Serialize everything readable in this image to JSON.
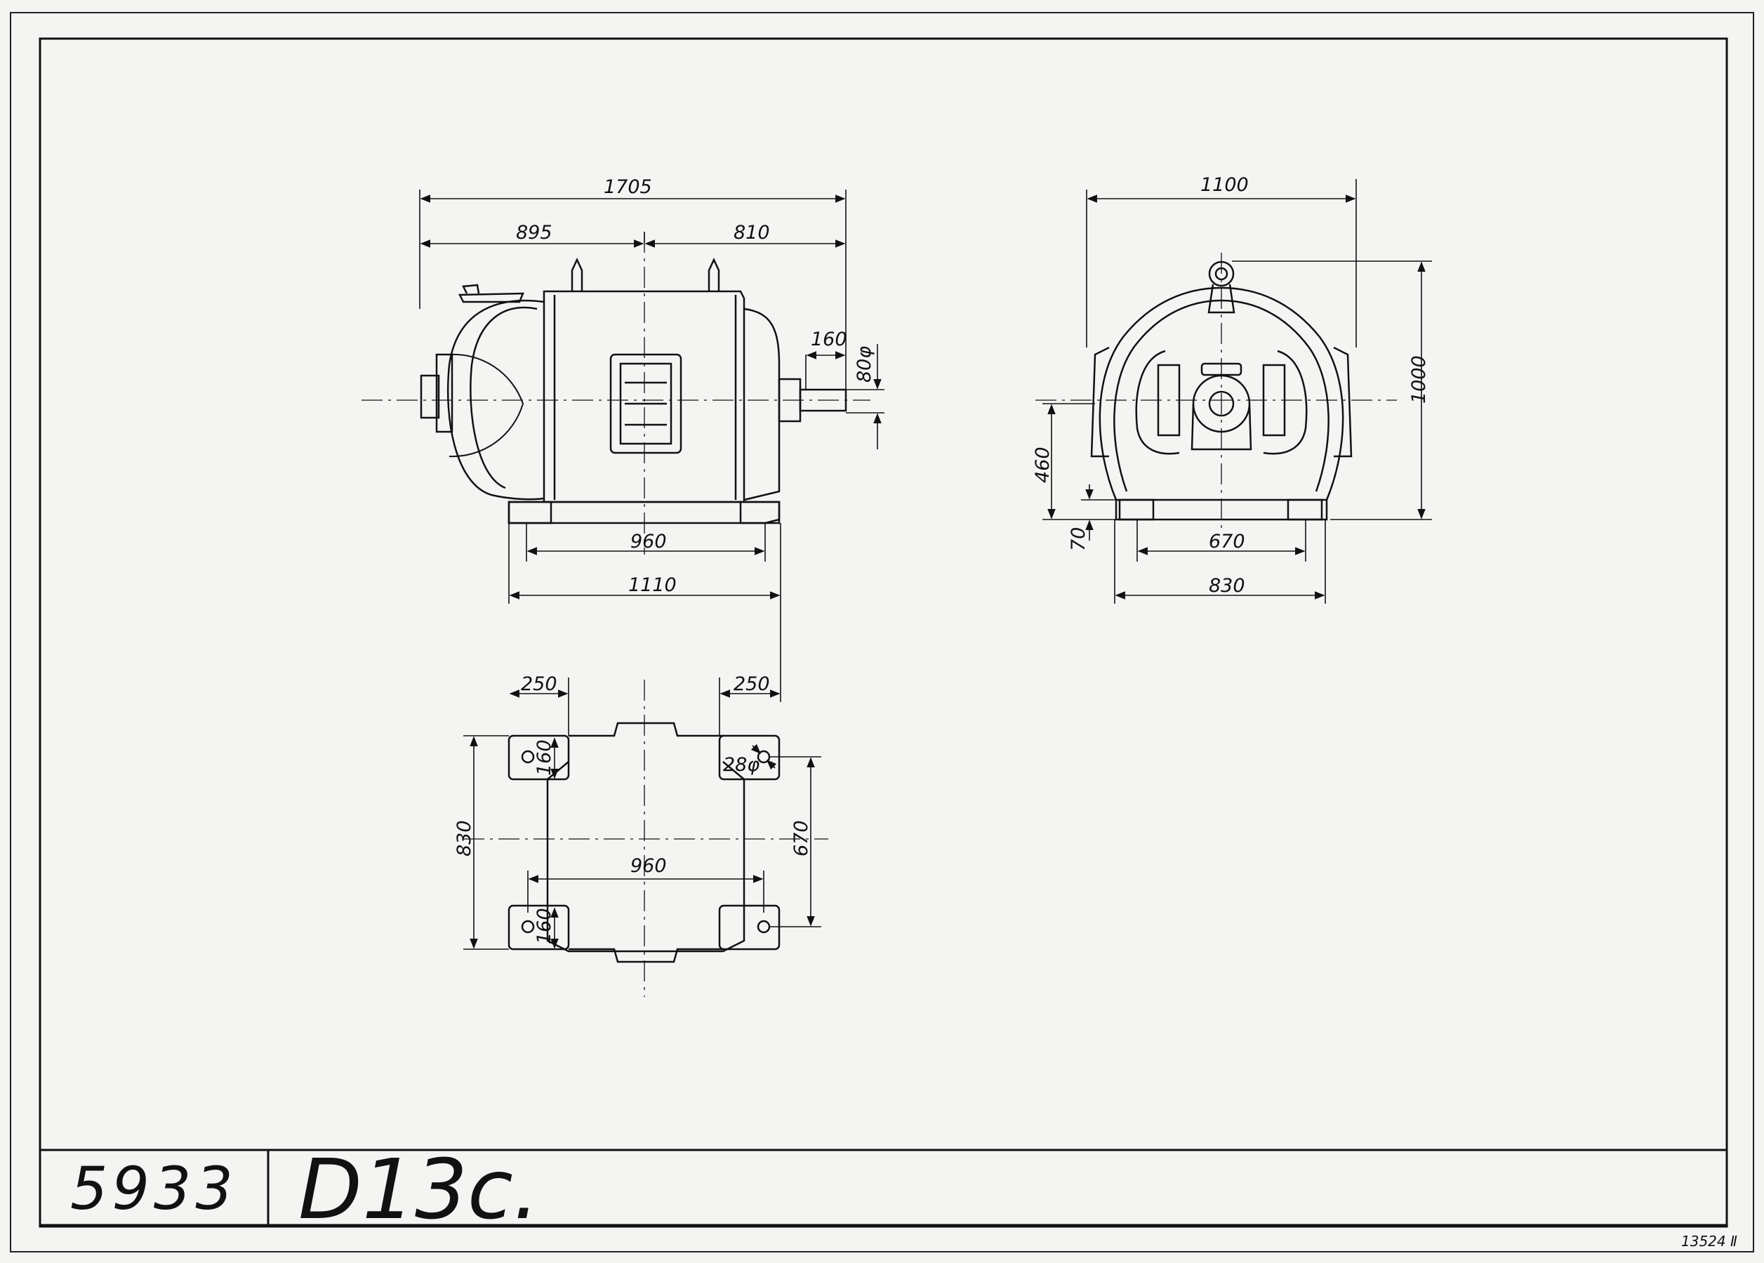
{
  "drawing": {
    "side_view": {
      "overall_length": "1705",
      "left_part": "895",
      "right_part": "810",
      "shaft_length": "160",
      "shaft_diameter": "80φ",
      "foot_spacing": "960",
      "base_length": "1110"
    },
    "end_view": {
      "overall_width": "1100",
      "overall_height": "1000",
      "shaft_height": "460",
      "foot_height": "70",
      "foot_spacing": "670",
      "base_width": "830"
    },
    "plan_view": {
      "foot_width_left": "250",
      "foot_width_right": "250",
      "foot_depth_top": "160",
      "foot_depth_bottom": "160",
      "hole_diameter": "28φ",
      "overall_depth": "830",
      "hole_spacing_transverse": "670",
      "hole_spacing_longitudinal": "960"
    }
  },
  "title_block": {
    "drawing_number": "5933",
    "model": "D13c.",
    "sheet_ref": "13524 Ⅱ"
  },
  "colors": {
    "paper": "#f4f4f2",
    "ink": "#111111"
  }
}
